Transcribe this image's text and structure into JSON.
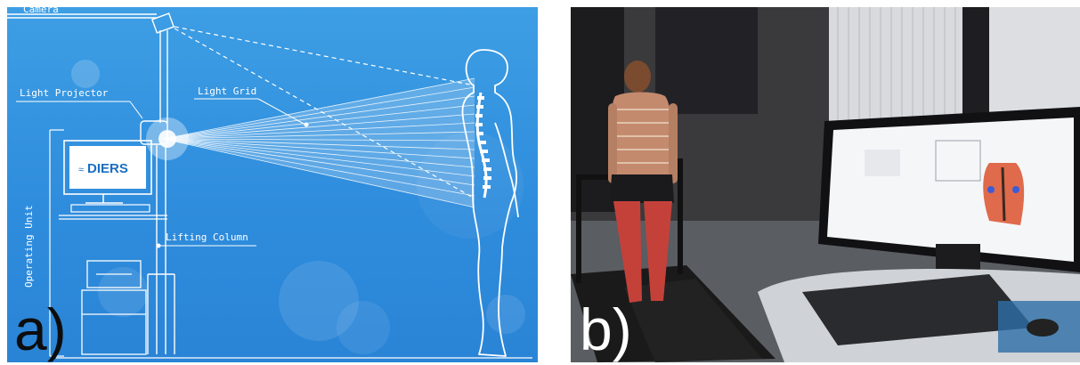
{
  "panel_a": {
    "label": "a)",
    "callouts": {
      "camera": "Camera",
      "light_projector": "Light Projector",
      "light_grid": "Light Grid",
      "lifting_column": "Lifting Column",
      "operating_unit": "Operating Unit"
    },
    "monitor_logo": "DIERS"
  },
  "panel_b": {
    "label": "b)"
  },
  "colors": {
    "blueprint_bg": "#3d9ee4",
    "line": "#ffffff",
    "skin": "#c48a6e",
    "legs": "#c4413a"
  }
}
